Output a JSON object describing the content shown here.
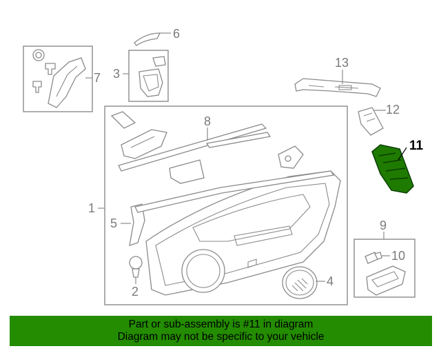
{
  "colors": {
    "banner_bg": "#238c00",
    "line": "#8a8a8a",
    "highlight_part": "#1f7a00",
    "label_gray": "#7a7a7a"
  },
  "callouts": {
    "c1": "1",
    "c2": "2",
    "c3": "3",
    "c4": "4",
    "c5": "5",
    "c6": "6",
    "c7": "7",
    "c8": "8",
    "c9": "9",
    "c10": "10",
    "c11": "11",
    "c12": "12",
    "c13": "13"
  },
  "highlighted_part": "11",
  "banner": {
    "line1": "Part or sub-assembly is #11 in diagram",
    "line2": "Diagram may not be specific to your vehicle"
  }
}
